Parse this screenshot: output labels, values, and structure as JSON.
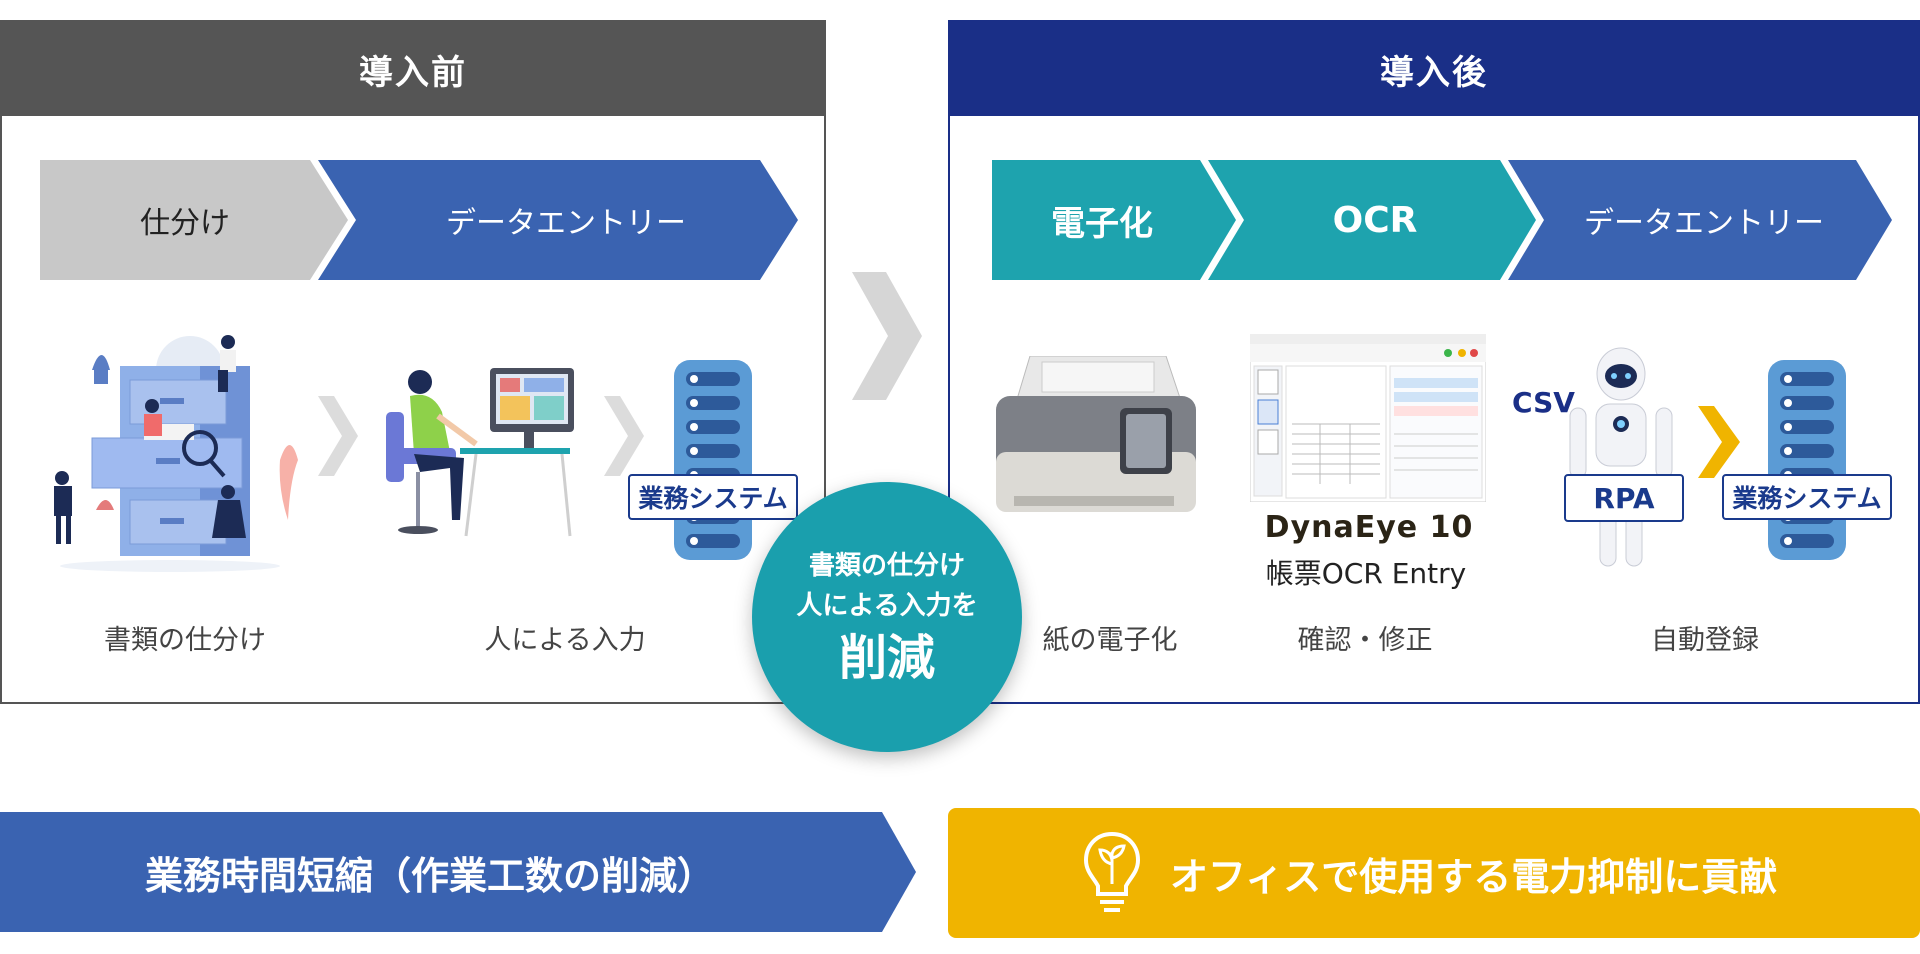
{
  "before": {
    "title": "導入前",
    "steps": [
      "仕分け",
      "データエントリー"
    ],
    "system_label": "業務システム",
    "captions": [
      "書類の仕分け",
      "人による入力"
    ]
  },
  "after": {
    "title": "導入後",
    "steps": [
      "電子化",
      "OCR",
      "データエントリー"
    ],
    "product_logo": "DynaEye 10",
    "product_name": "帳票OCR Entry",
    "csv_label": "CSV",
    "rpa_label": "RPA",
    "system_label": "業務システム",
    "captions": [
      "紙の電子化",
      "確認・修正",
      "自動登録"
    ]
  },
  "reduce": {
    "line1": "書類の仕分け",
    "line2": "人による入力を",
    "line3": "削減"
  },
  "benefits": {
    "left": "業務時間短縮（作業工数の削減）",
    "right": "オフィスで使用する電力抑制に貢献"
  },
  "colors": {
    "before_header": "#555555",
    "after_header": "#1a2f87",
    "step_gray": "#c8c8c8",
    "step_blue": "#3a63b1",
    "step_teal": "#1ea3ae",
    "accent_yellow": "#f0b400",
    "server_blue": "#5b9bd5"
  }
}
